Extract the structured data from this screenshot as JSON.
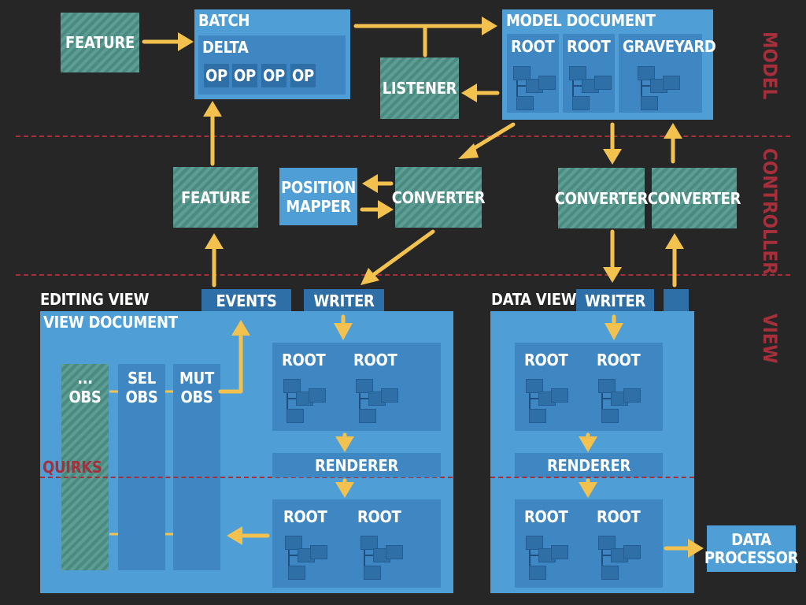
{
  "layers": {
    "model": "MODEL",
    "controller": "CONTROLLER",
    "view": "VIEW"
  },
  "model": {
    "feature": "FEATURE",
    "batch": "BATCH",
    "delta": "DELTA",
    "ops": [
      "OP",
      "OP",
      "OP",
      "OP"
    ],
    "listener": "LISTENER",
    "model_document": "MODEL DOCUMENT",
    "roots": [
      "ROOT",
      "ROOT",
      "GRAVEYARD"
    ]
  },
  "controller": {
    "feature": "FEATURE",
    "position_mapper": "POSITION MAPPER",
    "converter_editing": "CONVERTER",
    "converter_data_down": "CONVERTER",
    "converter_data_up": "CONVERTER"
  },
  "editing_view": {
    "title": "EDITING VIEW",
    "events": "EVENTS",
    "writer": "WRITER",
    "view_document": "VIEW DOCUMENT",
    "observers": [
      "... OBS",
      "SEL OBS",
      "MUT OBS"
    ],
    "quirks": "QUIRKS",
    "renderer": "RENDERER",
    "upper_roots": [
      "ROOT",
      "ROOT"
    ],
    "lower_roots": [
      "ROOT",
      "ROOT"
    ]
  },
  "data_view": {
    "title": "DATA VIEW",
    "writer": "WRITER",
    "renderer": "RENDERER",
    "upper_roots": [
      "ROOT",
      "ROOT"
    ],
    "lower_roots": [
      "ROOT",
      "ROOT"
    ],
    "data_processor": "DATA PROCESSOR"
  },
  "colors": {
    "background": "#262626",
    "box_blue": "#4f9fd6",
    "box_mid": "#3f87c2",
    "box_dark": "#2f6fa8",
    "hatch_green": "#5d9e94",
    "arrow_yellow": "#f2c14e",
    "layer_red": "#a5303b"
  }
}
